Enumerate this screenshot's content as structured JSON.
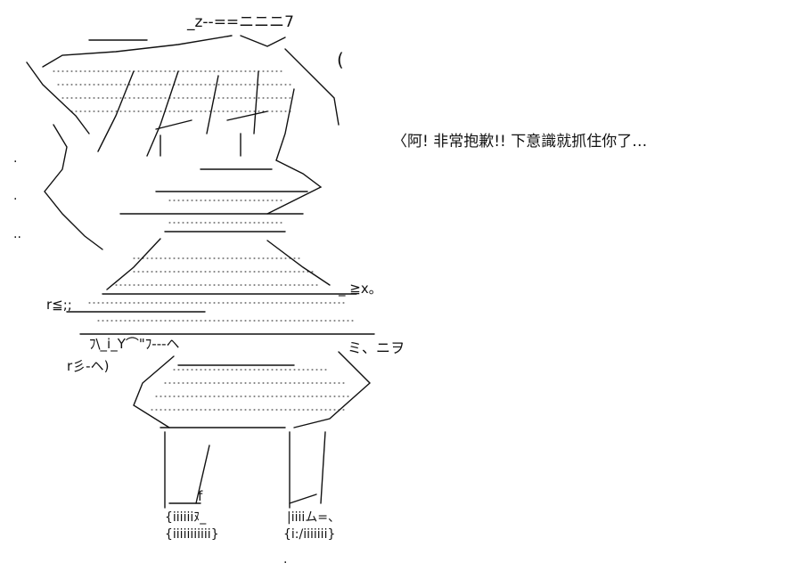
{
  "dialogue": {
    "text": "〈阿! 非常抱歉!! 下意識就抓住你了…"
  },
  "glyphs": {
    "top_hair": "_z‐‐==ニニニ7",
    "hair_curl": "(",
    "left_dots_a": ".",
    "left_dots_b": ".",
    "left_dots_c": "..",
    "cheek_mark": "r≦;;",
    "arm_text_a": "ﾌ\\_i_Y⌒\"ﾌ‐‐‐ヘ",
    "arm_text_b": "r彡‐ヘ)",
    "ruffle": "_ ≧x。",
    "right_hand": "ミ、ニヲ",
    "shoe_left_a": "{iiiiiiﾇ_",
    "shoe_left_b": "{iiiiiiiiiii}",
    "shoe_right_a": "|iiiiム=、",
    "shoe_right_b": "{i:/iiiiiii}",
    "foot_f": "f",
    "bottom_dot": "."
  },
  "colors": {
    "ink": "#111111",
    "background": "#ffffff"
  }
}
